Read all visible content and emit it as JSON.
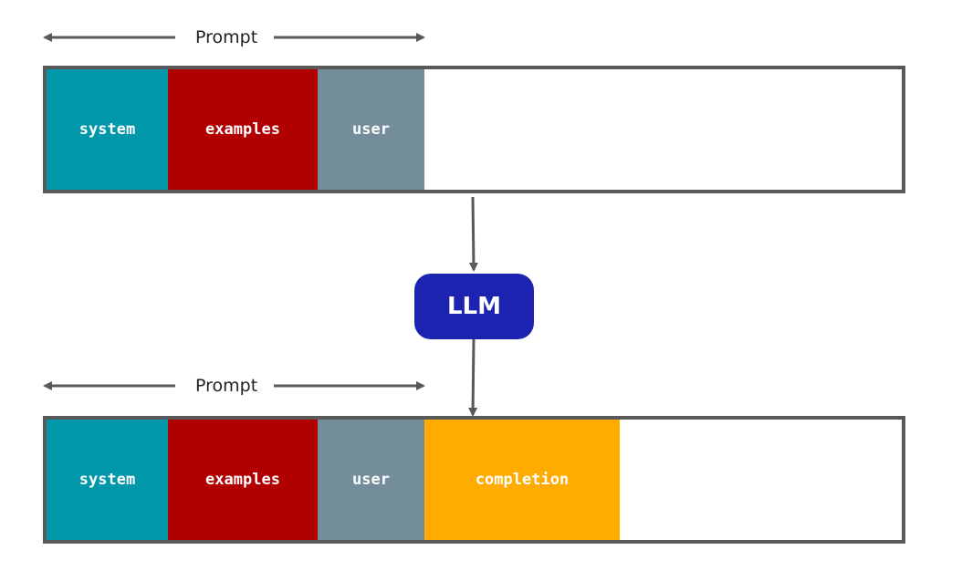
{
  "colors": {
    "system": "#0097ab",
    "examples": "#b00000",
    "user": "#738d9b",
    "completion": "#ffab00",
    "llm": "#1b23b0",
    "outline": "#595959"
  },
  "top": {
    "prompt_label": "Prompt",
    "segments": {
      "system": "system",
      "examples": "examples",
      "user": "user"
    }
  },
  "llm": {
    "label": "LLM"
  },
  "bottom": {
    "prompt_label": "Prompt",
    "segments": {
      "system": "system",
      "examples": "examples",
      "user": "user",
      "completion": "completion"
    }
  }
}
